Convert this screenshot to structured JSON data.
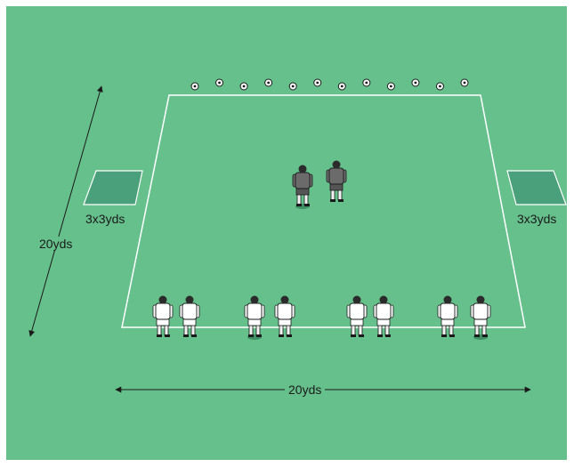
{
  "labels": {
    "left_box": "3x3yds",
    "right_box": "3x3yds",
    "depth": "20yds",
    "width": "20yds"
  },
  "colors": {
    "pitch": "#66c08c",
    "lines": "#ffffff",
    "box_fill": "#4aa07a",
    "attacker_kit": "#ffffff",
    "defender_kit": "#6b6b6b",
    "ink": "#1a1a1a"
  },
  "elements": {
    "balls": 12,
    "attackers": 8,
    "defenders": 2
  }
}
